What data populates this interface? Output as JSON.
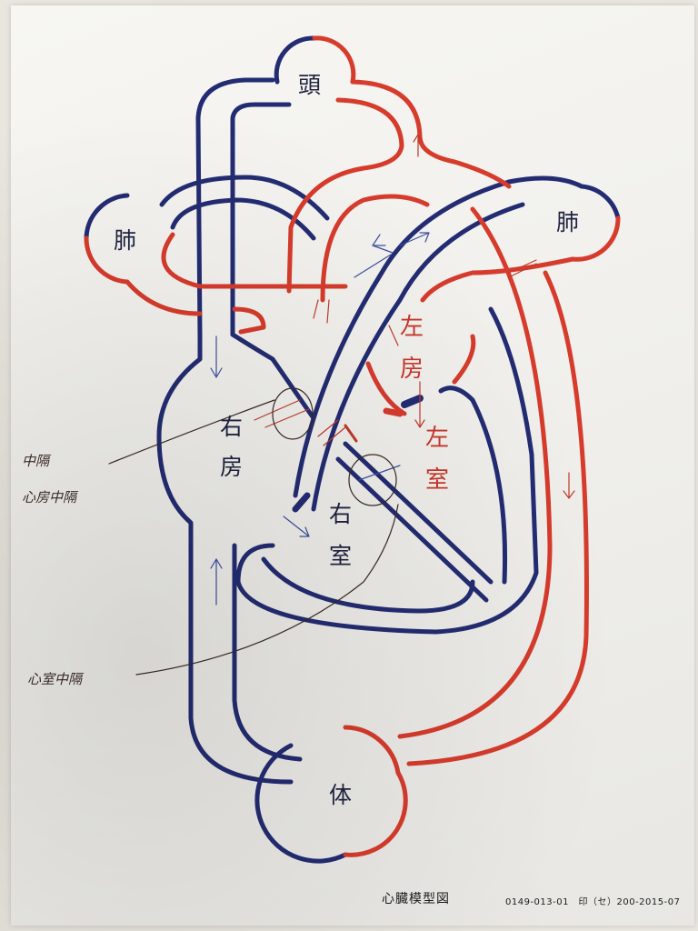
{
  "labels": {
    "head": "頭",
    "lung_left": "肺",
    "lung_right": "肺",
    "right_atrium": [
      "右",
      "房"
    ],
    "right_ventricle": [
      "右",
      "室"
    ],
    "left_atrium": [
      "左",
      "房"
    ],
    "left_ventricle": [
      "左",
      "室"
    ],
    "body": "体"
  },
  "handwriting": {
    "note_upper_1": "中隔",
    "note_upper_2": "心房中隔",
    "note_lower": "心室中隔"
  },
  "footer": {
    "title": "心臓模型図",
    "code": "0149-013-01　印（セ）200-2015-07"
  },
  "colors": {
    "venous": "#232c72",
    "arterial": "#d63b2c",
    "pencil_red": "#c0392b",
    "pencil_blue": "#3b4fa0",
    "pencil_brown": "#3b2a26"
  }
}
